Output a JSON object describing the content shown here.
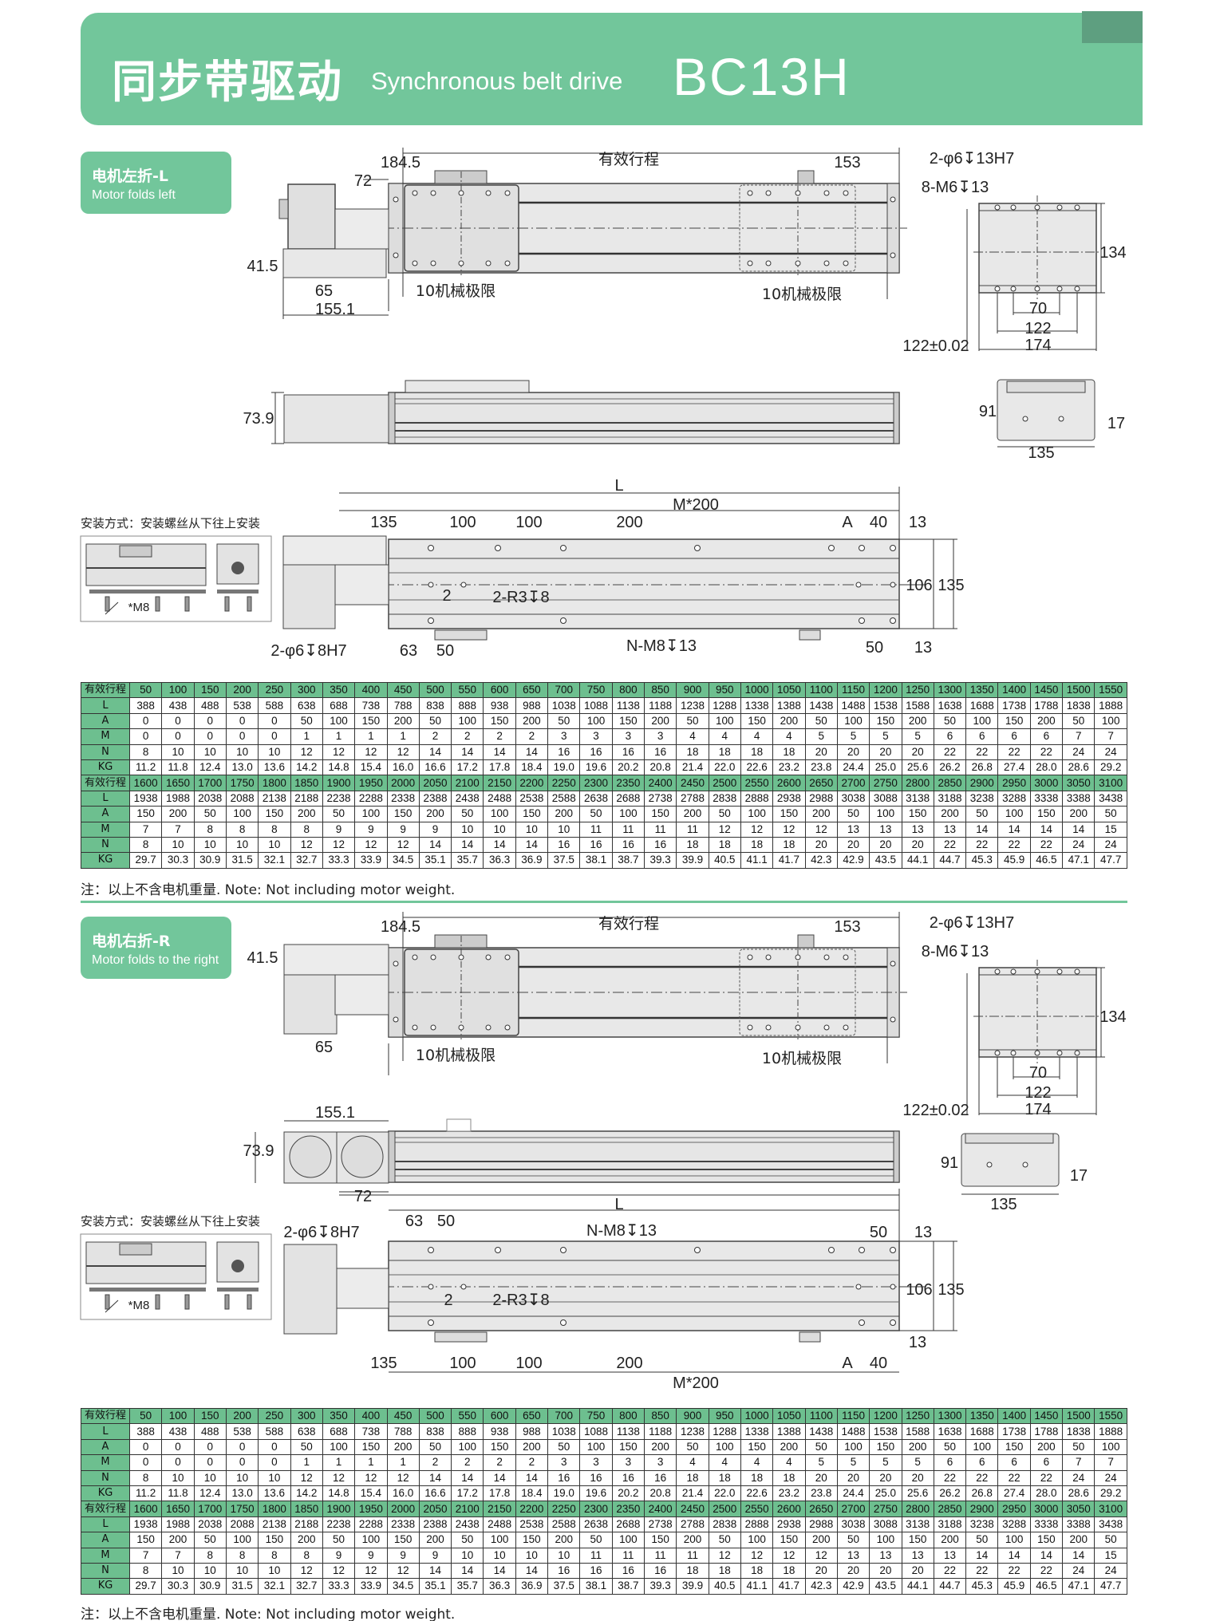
{
  "header": {
    "title_cn": "同步带驱动",
    "title_en": "Synchronous belt drive",
    "model": "BC13H"
  },
  "section_left": {
    "label_cn": "电机左折-L",
    "label_en": "Motor folds left",
    "install_note": "安装方式：安装螺丝从下往上安装",
    "dims": {
      "d184_5": "184.5",
      "stroke": "有效行程",
      "d153": "153",
      "d72": "72",
      "d41_5": "41.5",
      "d65": "65",
      "d155_1": "155.1",
      "limit_left": "10机械极限",
      "limit_right": "10机械极限",
      "pin_holes": "2-φ6↧13H7",
      "tap_holes": "8-M6↧13",
      "d134": "134",
      "d70": "70",
      "d122": "122",
      "d174": "174",
      "tol": "122±0.02",
      "d73_9": "73.9",
      "d91": "91",
      "d17": "17",
      "d135_end": "135",
      "L": "L",
      "M200": "M*200",
      "d135": "135",
      "d100a": "100",
      "d100b": "100",
      "d200": "200",
      "A": "A",
      "d40": "40",
      "d13a": "13",
      "d106": "106",
      "d135v": "135",
      "d2": "2",
      "r3": "2-R3↧8",
      "pin8": "2-φ6↧8H7",
      "d63": "63",
      "d50a": "50",
      "nm8": "N-M8↧13",
      "d50b": "50",
      "d13b": "13",
      "m8": "*M8"
    }
  },
  "section_right": {
    "label_cn": "电机右折-R",
    "label_en": "Motor folds to the right",
    "install_note": "安装方式：安装螺丝从下往上安装",
    "dims": {
      "d184_5": "184.5",
      "stroke": "有效行程",
      "d153": "153",
      "d41_5": "41.5",
      "d65": "65",
      "limit_left": "10机械极限",
      "limit_right": "10机械极限",
      "pin_holes": "2-φ6↧13H7",
      "tap_holes": "8-M6↧13",
      "d134": "134",
      "d70": "70",
      "d122": "122",
      "d174": "174",
      "tol": "122±0.02",
      "d155_1": "155.1",
      "d73_9": "73.9",
      "d72": "72",
      "d91": "91",
      "d17": "17",
      "d135_end": "135",
      "L": "L",
      "pin8": "2-φ6↧8H7",
      "d63": "63",
      "d50a": "50",
      "nm8": "N-M8↧13",
      "d50b": "50",
      "d13b": "13",
      "d106": "106",
      "d135v": "135",
      "d2": "2",
      "r3": "2-R3↧8",
      "d13a": "13",
      "d135": "135",
      "d100a": "100",
      "d100b": "100",
      "d200": "200",
      "A": "A",
      "d40": "40",
      "M200": "M*200",
      "m8": "*M8"
    }
  },
  "spec_table": {
    "blocks": [
      {
        "rows": [
          {
            "label": "有效行程",
            "values": [
              "50",
              "100",
              "150",
              "200",
              "250",
              "300",
              "350",
              "400",
              "450",
              "500",
              "550",
              "600",
              "650",
              "700",
              "750",
              "800",
              "850",
              "900",
              "950",
              "1000",
              "1050",
              "1100",
              "1150",
              "1200",
              "1250",
              "1300",
              "1350",
              "1400",
              "1450",
              "1500",
              "1550"
            ]
          },
          {
            "label": "L",
            "values": [
              "388",
              "438",
              "488",
              "538",
              "588",
              "638",
              "688",
              "738",
              "788",
              "838",
              "888",
              "938",
              "988",
              "1038",
              "1088",
              "1138",
              "1188",
              "1238",
              "1288",
              "1338",
              "1388",
              "1438",
              "1488",
              "1538",
              "1588",
              "1638",
              "1688",
              "1738",
              "1788",
              "1838",
              "1888"
            ]
          },
          {
            "label": "A",
            "values": [
              "0",
              "0",
              "0",
              "0",
              "0",
              "50",
              "100",
              "150",
              "200",
              "50",
              "100",
              "150",
              "200",
              "50",
              "100",
              "150",
              "200",
              "50",
              "100",
              "150",
              "200",
              "50",
              "100",
              "150",
              "200",
              "50",
              "100",
              "150",
              "200",
              "50",
              "100"
            ]
          },
          {
            "label": "M",
            "values": [
              "0",
              "0",
              "0",
              "0",
              "0",
              "1",
              "1",
              "1",
              "1",
              "2",
              "2",
              "2",
              "2",
              "3",
              "3",
              "3",
              "3",
              "4",
              "4",
              "4",
              "4",
              "5",
              "5",
              "5",
              "5",
              "6",
              "6",
              "6",
              "6",
              "7",
              "7"
            ]
          },
          {
            "label": "N",
            "values": [
              "8",
              "10",
              "10",
              "10",
              "10",
              "12",
              "12",
              "12",
              "12",
              "14",
              "14",
              "14",
              "14",
              "16",
              "16",
              "16",
              "16",
              "18",
              "18",
              "18",
              "18",
              "20",
              "20",
              "20",
              "20",
              "22",
              "22",
              "22",
              "22",
              "24",
              "24"
            ]
          },
          {
            "label": "KG",
            "values": [
              "11.2",
              "11.8",
              "12.4",
              "13.0",
              "13.6",
              "14.2",
              "14.8",
              "15.4",
              "16.0",
              "16.6",
              "17.2",
              "17.8",
              "18.4",
              "19.0",
              "19.6",
              "20.2",
              "20.8",
              "21.4",
              "22.0",
              "22.6",
              "23.2",
              "23.8",
              "24.4",
              "25.0",
              "25.6",
              "26.2",
              "26.8",
              "27.4",
              "28.0",
              "28.6",
              "29.2"
            ]
          }
        ]
      },
      {
        "rows": [
          {
            "label": "有效行程",
            "values": [
              "1600",
              "1650",
              "1700",
              "1750",
              "1800",
              "1850",
              "1900",
              "1950",
              "2000",
              "2050",
              "2100",
              "2150",
              "2200",
              "2250",
              "2300",
              "2350",
              "2400",
              "2450",
              "2500",
              "2550",
              "2600",
              "2650",
              "2700",
              "2750",
              "2800",
              "2850",
              "2900",
              "2950",
              "3000",
              "3050",
              "3100"
            ]
          },
          {
            "label": "L",
            "values": [
              "1938",
              "1988",
              "2038",
              "2088",
              "2138",
              "2188",
              "2238",
              "2288",
              "2338",
              "2388",
              "2438",
              "2488",
              "2538",
              "2588",
              "2638",
              "2688",
              "2738",
              "2788",
              "2838",
              "2888",
              "2938",
              "2988",
              "3038",
              "3088",
              "3138",
              "3188",
              "3238",
              "3288",
              "3338",
              "3388",
              "3438"
            ]
          },
          {
            "label": "A",
            "values": [
              "150",
              "200",
              "50",
              "100",
              "150",
              "200",
              "50",
              "100",
              "150",
              "200",
              "50",
              "100",
              "150",
              "200",
              "50",
              "100",
              "150",
              "200",
              "50",
              "100",
              "150",
              "200",
              "50",
              "100",
              "150",
              "200",
              "50",
              "100",
              "150",
              "200",
              "50"
            ]
          },
          {
            "label": "M",
            "values": [
              "7",
              "7",
              "8",
              "8",
              "8",
              "8",
              "9",
              "9",
              "9",
              "9",
              "10",
              "10",
              "10",
              "10",
              "11",
              "11",
              "11",
              "11",
              "12",
              "12",
              "12",
              "12",
              "13",
              "13",
              "13",
              "13",
              "14",
              "14",
              "14",
              "14",
              "15"
            ]
          },
          {
            "label": "N",
            "values": [
              "8",
              "10",
              "10",
              "10",
              "10",
              "12",
              "12",
              "12",
              "12",
              "14",
              "14",
              "14",
              "14",
              "16",
              "16",
              "16",
              "16",
              "18",
              "18",
              "18",
              "18",
              "20",
              "20",
              "20",
              "20",
              "22",
              "22",
              "22",
              "22",
              "24",
              "24"
            ]
          },
          {
            "label": "KG",
            "values": [
              "29.7",
              "30.3",
              "30.9",
              "31.5",
              "32.1",
              "32.7",
              "33.3",
              "33.9",
              "34.5",
              "35.1",
              "35.7",
              "36.3",
              "36.9",
              "37.5",
              "38.1",
              "38.7",
              "39.3",
              "39.9",
              "40.5",
              "41.1",
              "41.7",
              "42.3",
              "42.9",
              "43.5",
              "44.1",
              "44.7",
              "45.3",
              "45.9",
              "46.5",
              "47.1",
              "47.7"
            ]
          }
        ]
      }
    ],
    "note": "注：以上不含电机重量. Note: Not including motor weight."
  },
  "colors": {
    "brand_green": "#72c69b",
    "table_green": "#6dbf8f",
    "tab_green": "#5e9f80"
  }
}
